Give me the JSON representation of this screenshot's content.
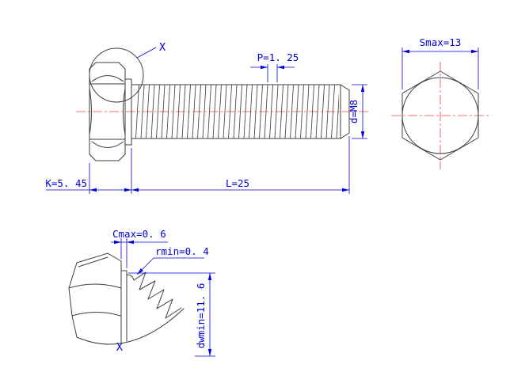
{
  "drawing": {
    "type": "hex-bolt-technical-drawing",
    "colors": {
      "dimension_blue": "#0000dd",
      "centerline_red": "#ff4040",
      "geometry_gray": "#3d3d3d",
      "background": "#ffffff"
    },
    "main_view": {
      "detail_callout": "X",
      "pitch": "P=1. 25",
      "diameter": "d=M8",
      "head_height": "K=5. 45",
      "length": "L=25"
    },
    "end_view": {
      "across_flats": "Smax=13"
    },
    "detail_view": {
      "label": "X",
      "chamfer": "Cmax=0. 6",
      "fillet_radius": "rmin=0. 4",
      "washer_diameter": "dwmin=11. 6"
    }
  }
}
